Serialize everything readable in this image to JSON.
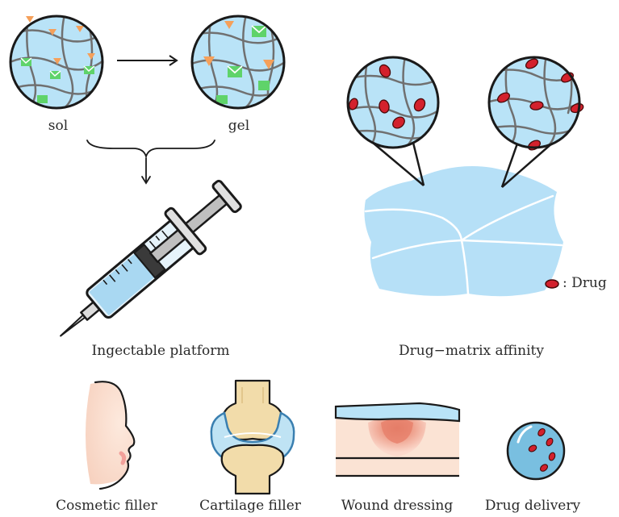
{
  "labels": {
    "sol": "sol",
    "gel": "gel",
    "injectable": "Ingectable platform",
    "affinity": "Drug−matrix affinity",
    "drug_legend": ": Drug"
  },
  "applications": [
    {
      "label": "Cosmetic filler",
      "icon": "face-profile-icon"
    },
    {
      "label": "Cartilage filler",
      "icon": "knee-joint-icon"
    },
    {
      "label": "Wound dressing",
      "icon": "skin-wound-icon"
    },
    {
      "label": "Drug delivery",
      "icon": "drug-sphere-icon"
    }
  ],
  "colors": {
    "gel_blue": "#b9e3f7",
    "network_line": "#707070",
    "drug_red": "#d3212d",
    "triangle_orange": "#f5a05a",
    "square_green": "#5fd36a",
    "skin": "#fbe3d4",
    "bone": "#f2dcaa"
  }
}
